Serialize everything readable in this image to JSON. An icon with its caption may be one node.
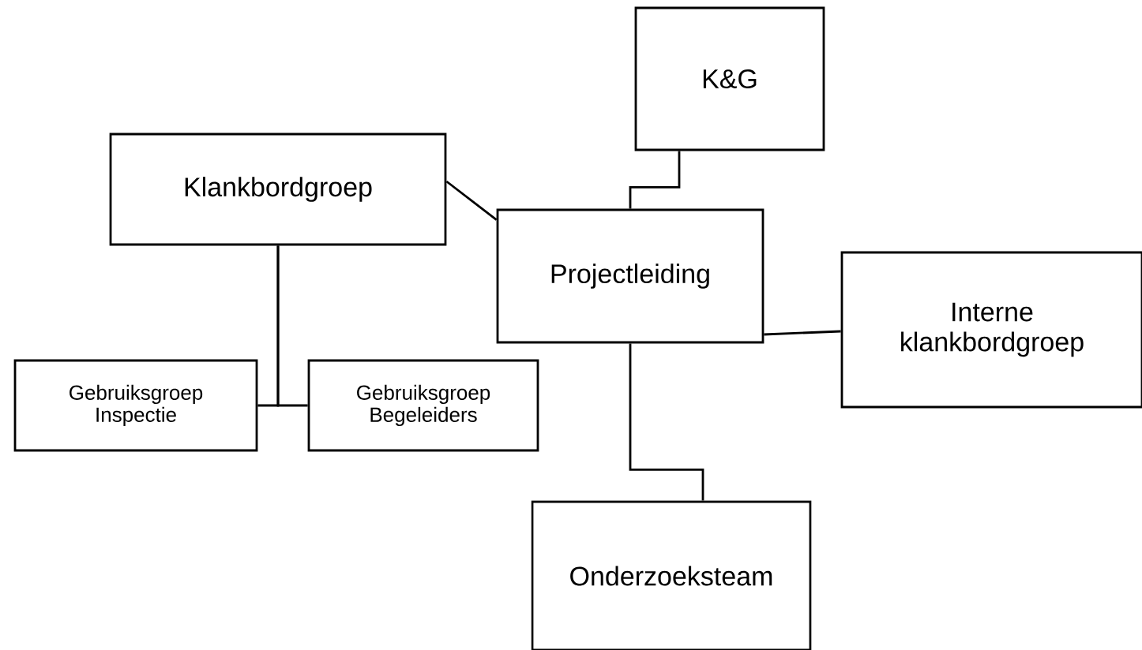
{
  "diagram": {
    "nodes": [
      {
        "text": [
          "K&G"
        ]
      },
      {
        "text": [
          "Klankbordgroep"
        ]
      },
      {
        "text": [
          "Projectleiding"
        ]
      },
      {
        "text": [
          "Interne klankbordgroep"
        ]
      },
      {
        "text": [
          "Gebruiksgroep Inspectie"
        ]
      },
      {
        "text": [
          "Gebruiksgroep Begeleiders"
        ]
      },
      {
        "text": [
          "Onderzoeksteam"
        ]
      }
    ],
    "edges": [
      {
        "from": 0,
        "to": 2,
        "arrow": "none"
      },
      {
        "from": 1,
        "to": 2,
        "arrow": "none"
      },
      {
        "from": 1,
        "to": 4,
        "arrow": "none"
      },
      {
        "from": 1,
        "to": 5,
        "arrow": "none"
      },
      {
        "from": 2,
        "to": 3,
        "arrow": "none"
      },
      {
        "from": 2,
        "to": 6,
        "arrow": "none"
      }
    ]
  }
}
